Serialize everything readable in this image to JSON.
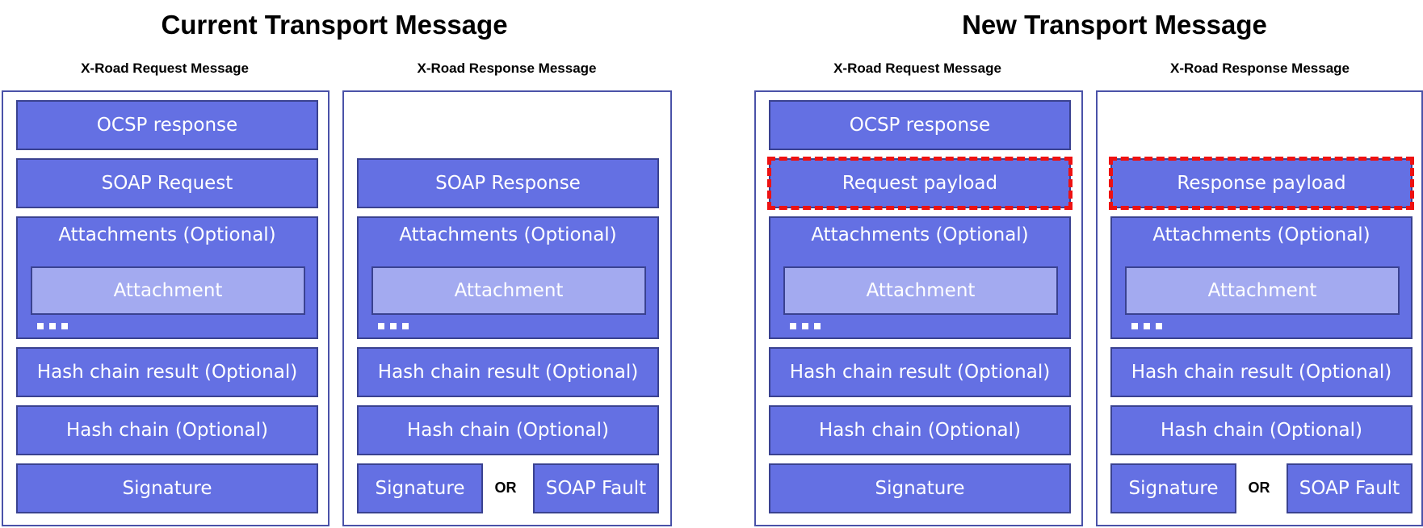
{
  "sections": [
    {
      "title": "Current Transport Message",
      "request": {
        "title": "X-Road Request Message",
        "ocsp": "OCSP response",
        "payload": "SOAP Request",
        "attachments_label": "Attachments (Optional)",
        "attachment": "Attachment",
        "hash_chain_result": "Hash chain result (Optional)",
        "hash_chain": "Hash chain (Optional)",
        "signature": "Signature"
      },
      "response": {
        "title": "X-Road Response Message",
        "payload": "SOAP Response",
        "attachments_label": "Attachments (Optional)",
        "attachment": "Attachment",
        "hash_chain_result": "Hash chain result (Optional)",
        "hash_chain": "Hash chain (Optional)",
        "signature": "Signature",
        "or": "OR",
        "soap_fault": "SOAP Fault"
      }
    },
    {
      "title": "New Transport Message",
      "request": {
        "title": "X-Road Request Message",
        "ocsp": "OCSP response",
        "payload": "Request payload",
        "attachments_label": "Attachments (Optional)",
        "attachment": "Attachment",
        "hash_chain_result": "Hash chain result (Optional)",
        "hash_chain": "Hash chain (Optional)",
        "signature": "Signature"
      },
      "response": {
        "title": "X-Road Response Message",
        "payload": "Response payload",
        "attachments_label": "Attachments (Optional)",
        "attachment": "Attachment",
        "hash_chain_result": "Hash chain result (Optional)",
        "hash_chain": "Hash chain (Optional)",
        "signature": "Signature",
        "or": "OR",
        "soap_fault": "SOAP Fault"
      }
    }
  ],
  "colors": {
    "block_fill": "#6470e3",
    "block_border": "#3a4290",
    "attachment_fill": "#a3aaf0",
    "panel_border": "#4a52a8",
    "highlight_dashed": "#ee1111"
  }
}
